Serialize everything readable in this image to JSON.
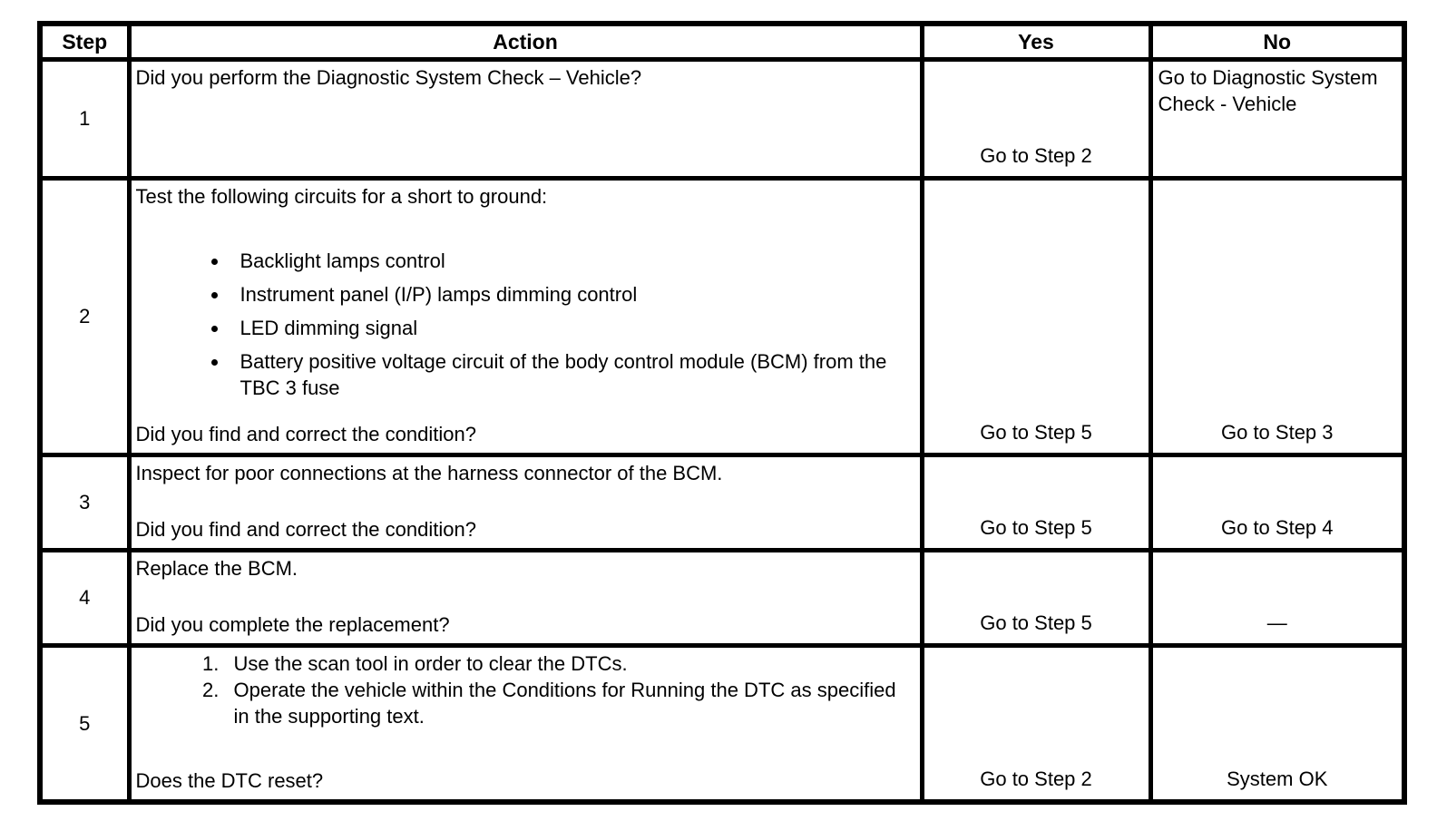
{
  "table": {
    "columns": [
      {
        "label": "Step"
      },
      {
        "label": "Action"
      },
      {
        "label": "Yes"
      },
      {
        "label": "No"
      }
    ],
    "rows": [
      {
        "step": "1",
        "action": {
          "intro": "Did you perform the Diagnostic System Check – Vehicle?"
        },
        "yes": "Go to Step 2",
        "no": "Go to Diagnostic System Check - Vehicle"
      },
      {
        "step": "2",
        "action": {
          "intro": "Test the following circuits for a short to ground:",
          "bullets": [
            "Backlight lamps control",
            "Instrument panel (I/P) lamps dimming control",
            "LED dimming signal",
            "Battery positive voltage circuit of the body control module (BCM) from the TBC 3 fuse"
          ],
          "question": "Did you find and correct the condition?"
        },
        "yes": "Go to Step 5",
        "no": "Go to Step 3"
      },
      {
        "step": "3",
        "action": {
          "intro": "Inspect for poor connections at the harness connector of the BCM.",
          "question": "Did you find and correct the condition?"
        },
        "yes": "Go to Step 5",
        "no": "Go to Step 4"
      },
      {
        "step": "4",
        "action": {
          "intro": "Replace the BCM.",
          "question": "Did you complete the replacement?"
        },
        "yes": "Go to Step 5",
        "no": "—"
      },
      {
        "step": "5",
        "action": {
          "numbered": [
            "Use the scan tool in order to clear the DTCs.",
            "Operate the vehicle within the Conditions for Running the DTC as specified in the supporting text."
          ],
          "question": "Does the DTC reset?"
        },
        "yes": "Go to Step 2",
        "no": "System OK"
      }
    ]
  }
}
